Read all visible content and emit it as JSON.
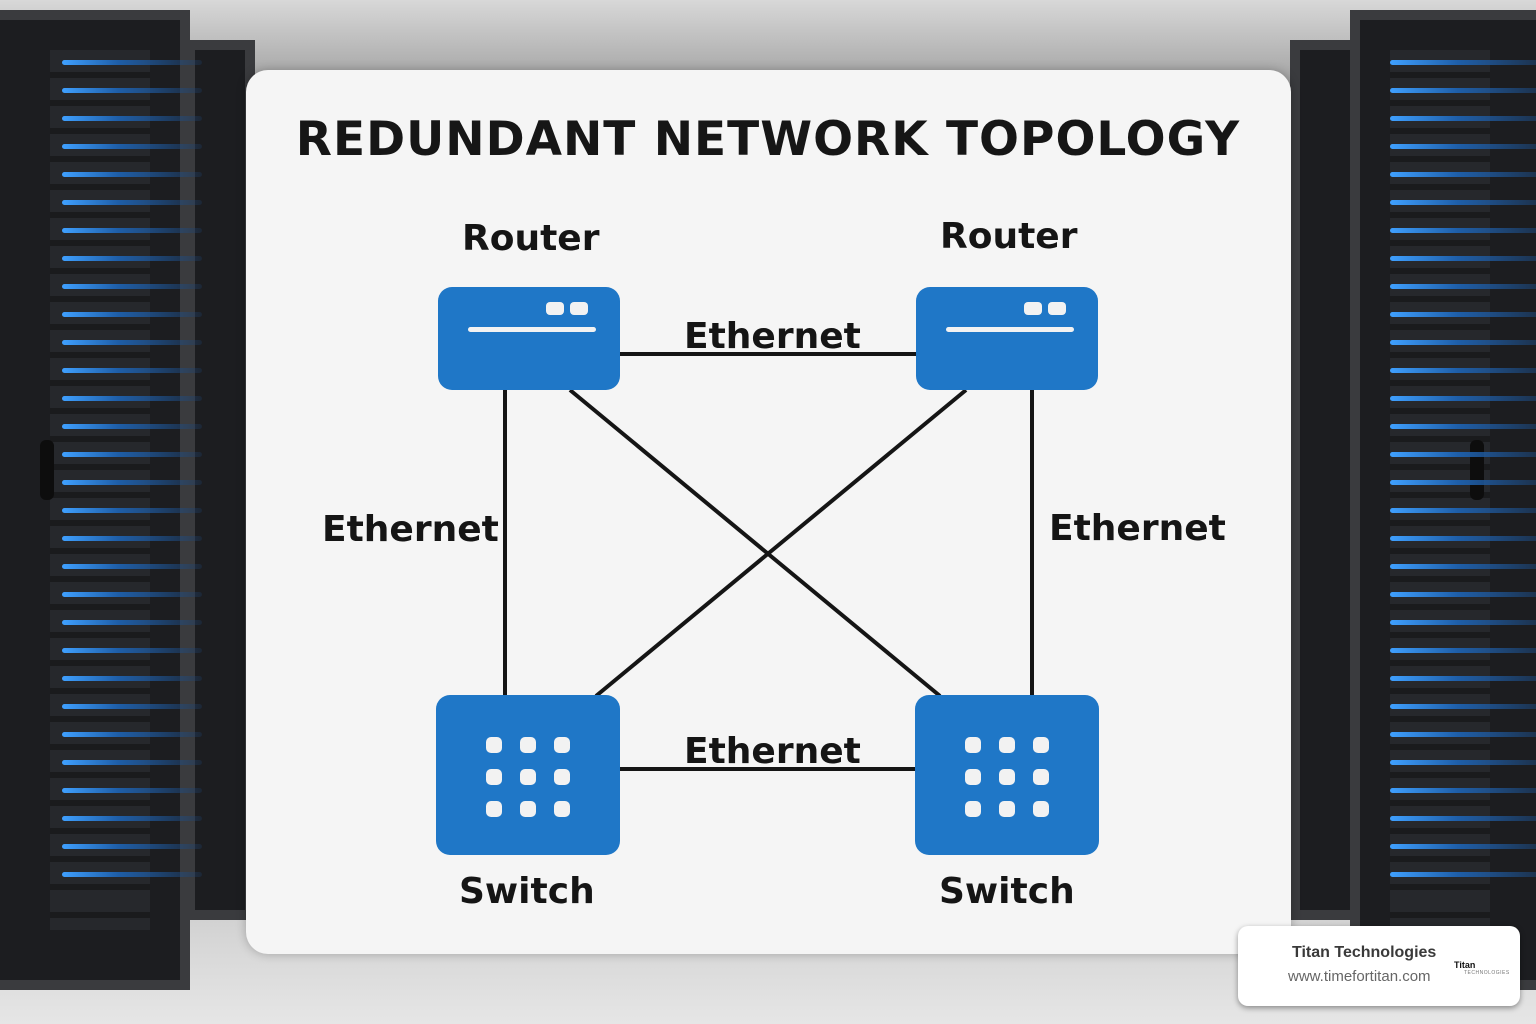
{
  "diagram": {
    "title": "REDUNDANT NETWORK TOPOLOGY",
    "nodes": [
      {
        "id": "router-1",
        "type": "router",
        "label": "Router"
      },
      {
        "id": "router-2",
        "type": "router",
        "label": "Router"
      },
      {
        "id": "switch-1",
        "type": "switch",
        "label": "Switch"
      },
      {
        "id": "switch-2",
        "type": "switch",
        "label": "Switch"
      }
    ],
    "links": [
      {
        "from": "router-1",
        "to": "router-2",
        "label": "Ethernet"
      },
      {
        "from": "router-1",
        "to": "switch-1",
        "label": "Ethernet"
      },
      {
        "from": "router-2",
        "to": "switch-2",
        "label": "Ethernet"
      },
      {
        "from": "switch-1",
        "to": "switch-2",
        "label": "Ethernet"
      },
      {
        "from": "router-1",
        "to": "switch-2",
        "label": ""
      },
      {
        "from": "router-2",
        "to": "switch-1",
        "label": ""
      }
    ],
    "colors": {
      "node": "#1f77c7",
      "line": "#151515",
      "card": "#f5f5f5"
    }
  },
  "badge": {
    "company": "Titan Technologies",
    "url": "www.timefortitan.com",
    "logo_text": "Titan",
    "logo_subtext": "TECHNOLOGIES"
  }
}
